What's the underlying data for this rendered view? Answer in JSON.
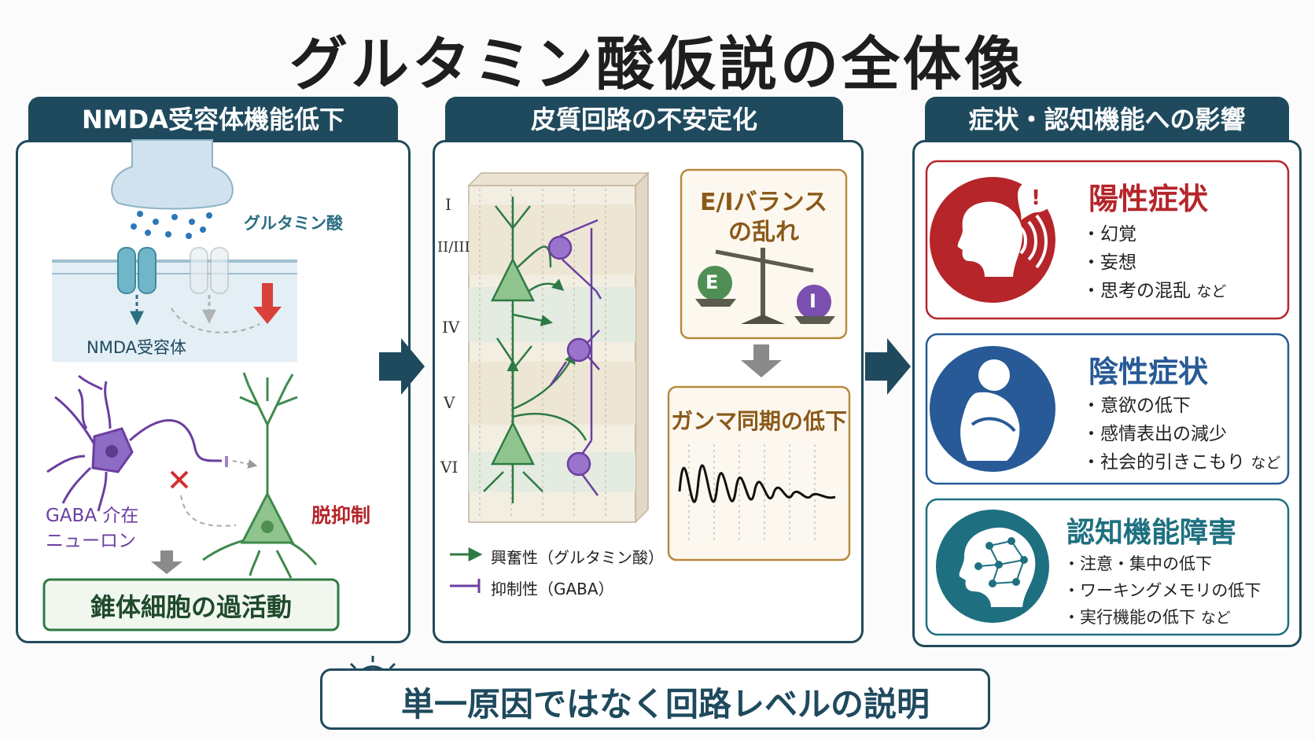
{
  "title": "グルタミン酸仮説の全体像",
  "panels": {
    "left": {
      "header": "NMDA受容体機能低下",
      "glutamate_label": "グルタミン酸",
      "receptor_label": "NMDA受容体",
      "gaba_label_1": "GABA 介在",
      "gaba_label_2": "ニューロン",
      "disinhibition_label": "脱抑制",
      "result": "錐体細胞の過活動"
    },
    "middle": {
      "header": "皮質回路の不安定化",
      "layers": [
        "I",
        "II/III",
        "IV",
        "V",
        "VI"
      ],
      "ei_title_1": "E/Iバランス",
      "ei_title_2": "の乱れ",
      "e_letter": "E",
      "i_letter": "I",
      "gamma_title": "ガンマ同期の低下",
      "legend_excitatory": "興奮性（グルタミン酸）",
      "legend_inhibitory": "抑制性（GABA）"
    },
    "right": {
      "header": "症状・認知機能への影響",
      "positive": {
        "title": "陽性症状",
        "items": [
          "幻覚",
          "妄想",
          "思考の混乱"
        ],
        "suffix": "など",
        "color": "#b5252a"
      },
      "negative": {
        "title": "陰性症状",
        "items": [
          "意欲の低下",
          "感情表出の減少",
          "社会的引きこもり"
        ],
        "suffix": "など",
        "color": "#275a96"
      },
      "cognitive": {
        "title": "認知機能障害",
        "items": [
          "注意・集中の低下",
          "ワーキングメモリの低下",
          "実行機能の低下"
        ],
        "suffix": "など",
        "color": "#1e7080"
      }
    }
  },
  "bottom": {
    "text": "単一原因ではなく回路レベルの説明",
    "icon": "lightbulb-icon"
  },
  "colors": {
    "navy": "#1f4a5e",
    "green": "#2e7a43",
    "purple": "#6b3fa0",
    "brown": "#8a5a1a",
    "red": "#b5252a",
    "blue": "#275a96",
    "teal": "#1e7080"
  }
}
